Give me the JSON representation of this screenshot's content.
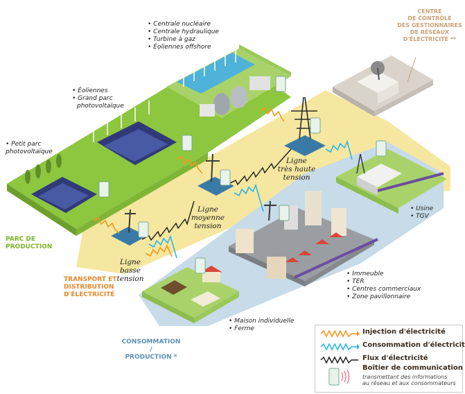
{
  "control_center": {
    "line1": "Centre",
    "line2": "de contrôle",
    "line3": "des gestionnaires",
    "line4": "de réseaux",
    "line5": "d'électricité **"
  },
  "production_plants": [
    "Centrale nucléaire",
    "Centrale hydraulique",
    "Turbine à gaz",
    "Éoliennes offshore"
  ],
  "production_wind": [
    "Éoliennes",
    "Grand parc",
    "photovoltaïque"
  ],
  "production_small": [
    "Petit parc",
    "photovoltaïque"
  ],
  "sections": {
    "production": [
      "Parc de",
      "production"
    ],
    "transport": [
      "Transport et",
      "distribution",
      "d'électricité"
    ],
    "consumption": [
      "Consommation",
      "/",
      "Production *"
    ]
  },
  "lines": {
    "high": [
      "Ligne",
      "très haute",
      "tension"
    ],
    "medium": [
      "Ligne",
      "moyenne",
      "tension"
    ],
    "low": [
      "Ligne",
      "basse",
      "tension"
    ]
  },
  "industry": [
    "Usine",
    "TGV"
  ],
  "city": [
    "Immeuble",
    "TER",
    "Centres commerciaux",
    "Zone pavillonnaire"
  ],
  "house": [
    "Maison individuelle",
    "Ferme"
  ],
  "legend": {
    "injection": "Injection d'électricité",
    "consumption": "Consommation d'électricité",
    "flow": "Flux d'électricité",
    "box_title": "Boîtier de communication",
    "box_desc1": "transmettant des informations",
    "box_desc2": "au réseau et aux consommateurs"
  },
  "colors": {
    "production_green": "#8dc63f",
    "transport_yellow": "#f6e7a0",
    "consumption_blue": "#c7dbe8",
    "injection_orange": "#f39a1e",
    "consumption_cyan": "#2db5e6",
    "flow_black": "#1a1a1a",
    "section_orange": "#e8872a",
    "section_blue": "#5d8fb3",
    "section_green": "#7db228",
    "control_center_text": "#c9a078"
  }
}
